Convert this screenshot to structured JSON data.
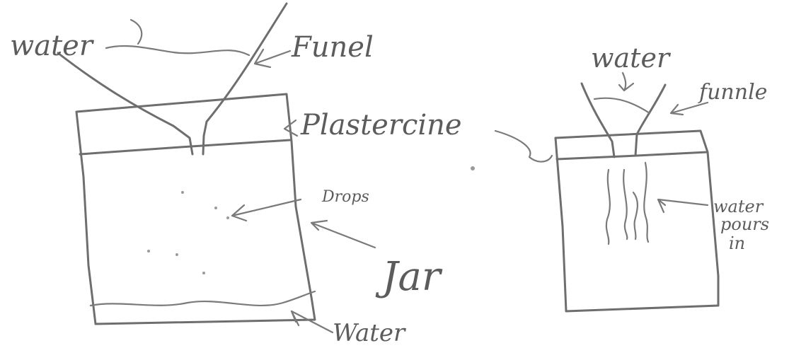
{
  "left_diagram": {
    "water_label": "water",
    "funnel_label": "Funel",
    "drops_label": "Drops",
    "jar_label": "Jar",
    "water_bottom_label": "Water"
  },
  "shared": {
    "plasticine_label": "Plastercine"
  },
  "right_diagram": {
    "water_label": "water",
    "funnel_label": "funnle",
    "pours_label_line1": "water",
    "pours_label_line2": "pours",
    "pours_label_line3": "in"
  }
}
